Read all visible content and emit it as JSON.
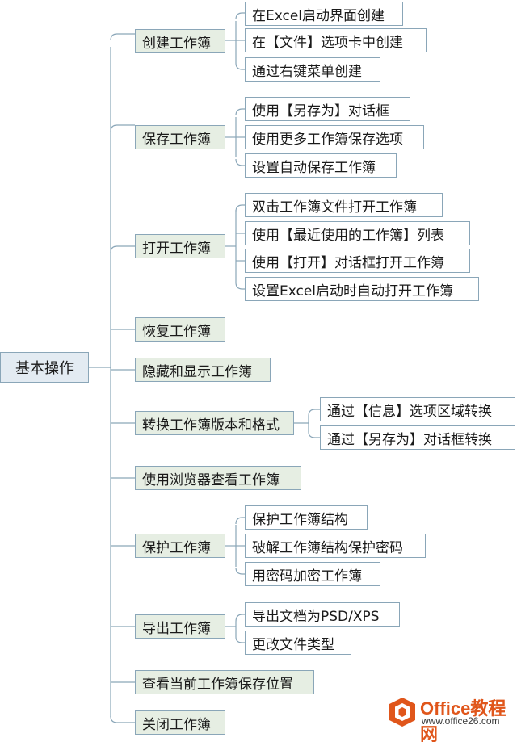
{
  "mindmap": {
    "root": "基本操作",
    "branches": [
      {
        "label": "创建工作簿",
        "children": [
          "在Excel启动界面创建",
          "在【文件】选项卡中创建",
          "通过右键菜单创建"
        ]
      },
      {
        "label": "保存工作簿",
        "children": [
          "使用【另存为】对话框",
          "使用更多工作簿保存选项",
          "设置自动保存工作簿"
        ]
      },
      {
        "label": "打开工作簿",
        "children": [
          "双击工作簿文件打开工作簿",
          "使用【最近使用的工作簿】列表",
          "使用【打开】对话框打开工作簿",
          "设置Excel启动时自动打开工作簿"
        ]
      },
      {
        "label": "恢复工作簿",
        "children": []
      },
      {
        "label": "隐藏和显示工作簿",
        "children": []
      },
      {
        "label": "转换工作簿版本和格式",
        "children": [
          "通过【信息】选项区域转换",
          "通过【另存为】对话框转换"
        ]
      },
      {
        "label": "使用浏览器查看工作簿",
        "children": []
      },
      {
        "label": "保护工作簿",
        "children": [
          "保护工作簿结构",
          "破解工作簿结构保护密码",
          "用密码加密工作簿"
        ]
      },
      {
        "label": "导出工作簿",
        "children": [
          "导出文档为PSD/XPS",
          "更改文件类型"
        ]
      },
      {
        "label": "查看当前工作簿保存位置",
        "children": []
      },
      {
        "label": "关闭工作簿",
        "children": []
      }
    ]
  },
  "watermark": {
    "name": "Office教程网",
    "url": "www.office26.com"
  }
}
